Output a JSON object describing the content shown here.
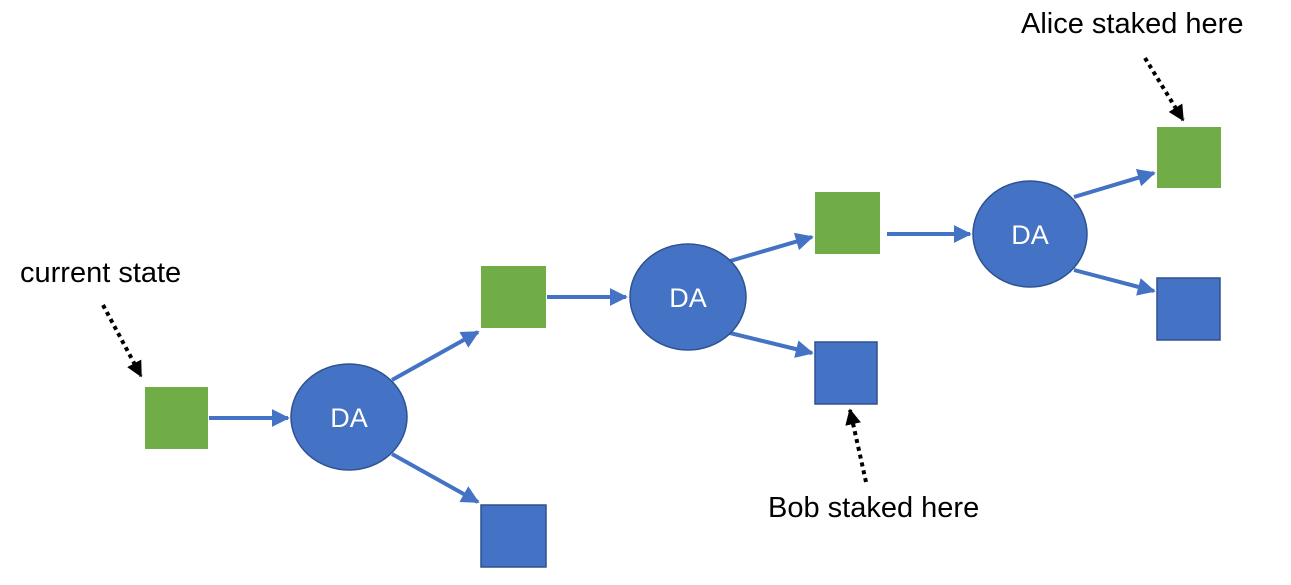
{
  "colors": {
    "state_current": "#70ad47",
    "state_alternative": "#4472c4",
    "da_node": "#4472c4",
    "arrow": "#4472c4",
    "pointer": "#000000",
    "text": "#000000",
    "da_text": "#ffffff"
  },
  "annotations": {
    "current_state": "current state",
    "bob": "Bob staked here",
    "alice": "Alice staked here"
  },
  "da_label": "DA"
}
